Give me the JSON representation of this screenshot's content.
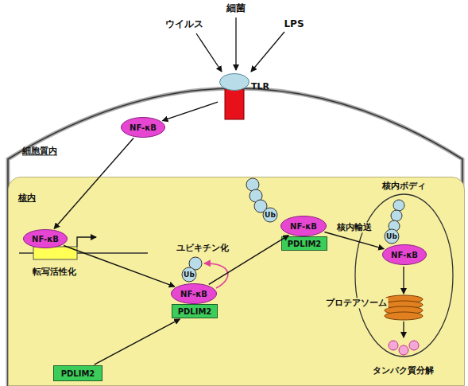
{
  "diagram": {
    "nodes": [
      {
        "text": [
          "TLR"
        ]
      },
      {
        "text": [
          "NF-κB"
        ]
      },
      {
        "text": [
          "核内"
        ]
      },
      {
        "text": [
          "NF-κB"
        ],
        "in": 2
      },
      {
        "text": [
          "NF-κB"
        ],
        "in": 2
      },
      {
        "text": [
          "PDLIM2"
        ],
        "in": 2
      },
      {
        "text": [
          "NF-κB"
        ],
        "in": 2
      },
      {
        "text": [
          "PDLIM2"
        ],
        "in": 2
      },
      {
        "text": [
          "核内ボディ"
        ],
        "in": 2
      },
      {
        "text": [
          "NF-κB"
        ],
        "in": 8
      },
      {
        "text": [
          "PDLIM2"
        ],
        "in": 2
      }
    ],
    "edges": [
      {
        "from": 0,
        "to": 1,
        "arrow": "to"
      },
      {
        "from": 1,
        "to": 3,
        "arrow": "to"
      },
      {
        "from": 3,
        "to": 4,
        "arrow": "to"
      },
      {
        "from": 10,
        "to": 5,
        "arrow": "to"
      },
      {
        "from": 4,
        "to": 6,
        "arrow": "to"
      },
      {
        "from": 6,
        "to": 9,
        "arrow": "to",
        "label": "核内輸送"
      }
    ],
    "labels": [
      "ウイルス",
      "細菌",
      "LPS",
      "細胞質内",
      "転写活性化",
      "ユビキチン化",
      "Ub",
      "Ub",
      "Ub",
      "プロテアソーム",
      "タンパク質分解"
    ]
  }
}
